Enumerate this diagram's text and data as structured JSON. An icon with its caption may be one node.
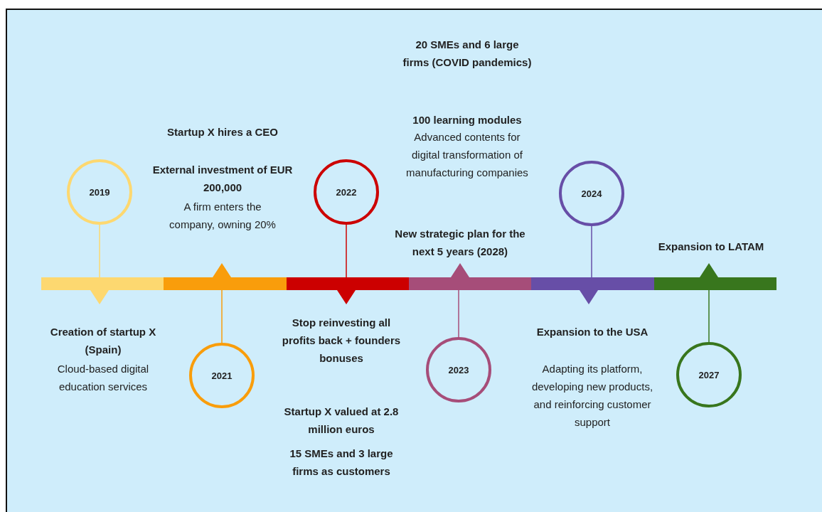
{
  "diagram": {
    "nodes": [
      {
        "text": [],
        "shape": "bar"
      },
      {
        "text": [],
        "shape": "bar"
      },
      {
        "text": [],
        "shape": "bar"
      },
      {
        "text": [],
        "shape": "bar"
      },
      {
        "text": [],
        "shape": "bar"
      },
      {
        "text": [],
        "shape": "bar"
      },
      {
        "text": [
          "2019"
        ]
      },
      {
        "text": [
          "2021"
        ]
      },
      {
        "text": [
          "2022"
        ]
      },
      {
        "text": [
          "2023"
        ]
      },
      {
        "text": [
          "2024"
        ]
      },
      {
        "text": [
          "2027"
        ]
      }
    ],
    "edges": [
      {
        "from": 6,
        "to": 0,
        "arrow": "none",
        "color": "#fdd870"
      },
      {
        "from": 7,
        "to": 1,
        "arrow": "none",
        "color": "#f99d0b"
      },
      {
        "from": 8,
        "to": 2,
        "arrow": "none",
        "color": "#cc0000"
      },
      {
        "from": 9,
        "to": 3,
        "arrow": "none",
        "color": "#a64d79"
      },
      {
        "from": 10,
        "to": 4,
        "arrow": "none",
        "color": "#674ea7"
      },
      {
        "from": 11,
        "to": 5,
        "arrow": "none",
        "color": "#38761d"
      }
    ],
    "labels": [
      "20 SMEs and 6 large firms (COVID pandemics)",
      "Startup X hires a CEO",
      "100 learning modules",
      "Advanced contents for digital transformation of manufacturing companies",
      "External investment of EUR 200,000",
      "A firm enters the company, owning 20%",
      "New strategic plan for the next 5 years (2028)",
      "Expansion to LATAM",
      "Creation of startup X (Spain)",
      "Cloud-based digital education services",
      "Stop reinvesting all profits back + founders bonuses",
      "Expansion to the USA",
      "Adapting its platform, developing new products, and reinforcing customer support",
      "Startup X valued at 2.8 million euros",
      "15 SMEs and 3 large firms as customers"
    ]
  }
}
